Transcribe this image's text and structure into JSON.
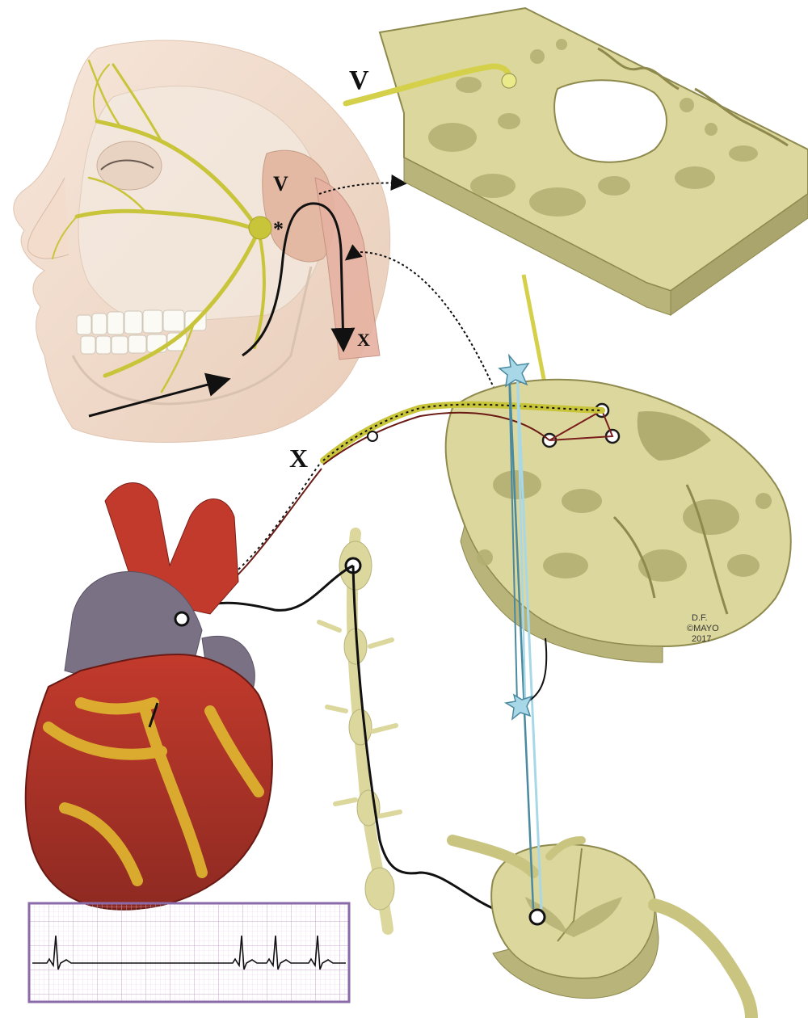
{
  "labels": {
    "trigeminal_top": "V",
    "trigeminal_face": "V",
    "vagus_face": "X",
    "vagus_left": "X",
    "asterisk": "*"
  },
  "credit": {
    "line1": "D.F.",
    "line2": "©MAYO",
    "line3": "2017"
  },
  "colors": {
    "nerve_yellow": "#c9c53a",
    "brainstem_tan": "#dcd79c",
    "brainstem_shade": "#b8b47a",
    "skin": "#f0d9c8",
    "heart_red": "#b8322a",
    "heart_fat": "#e0b830",
    "vessel_gray": "#7a7284",
    "neuron_blue": "#a8d8e8",
    "ecg_border": "#8a6aa8"
  }
}
